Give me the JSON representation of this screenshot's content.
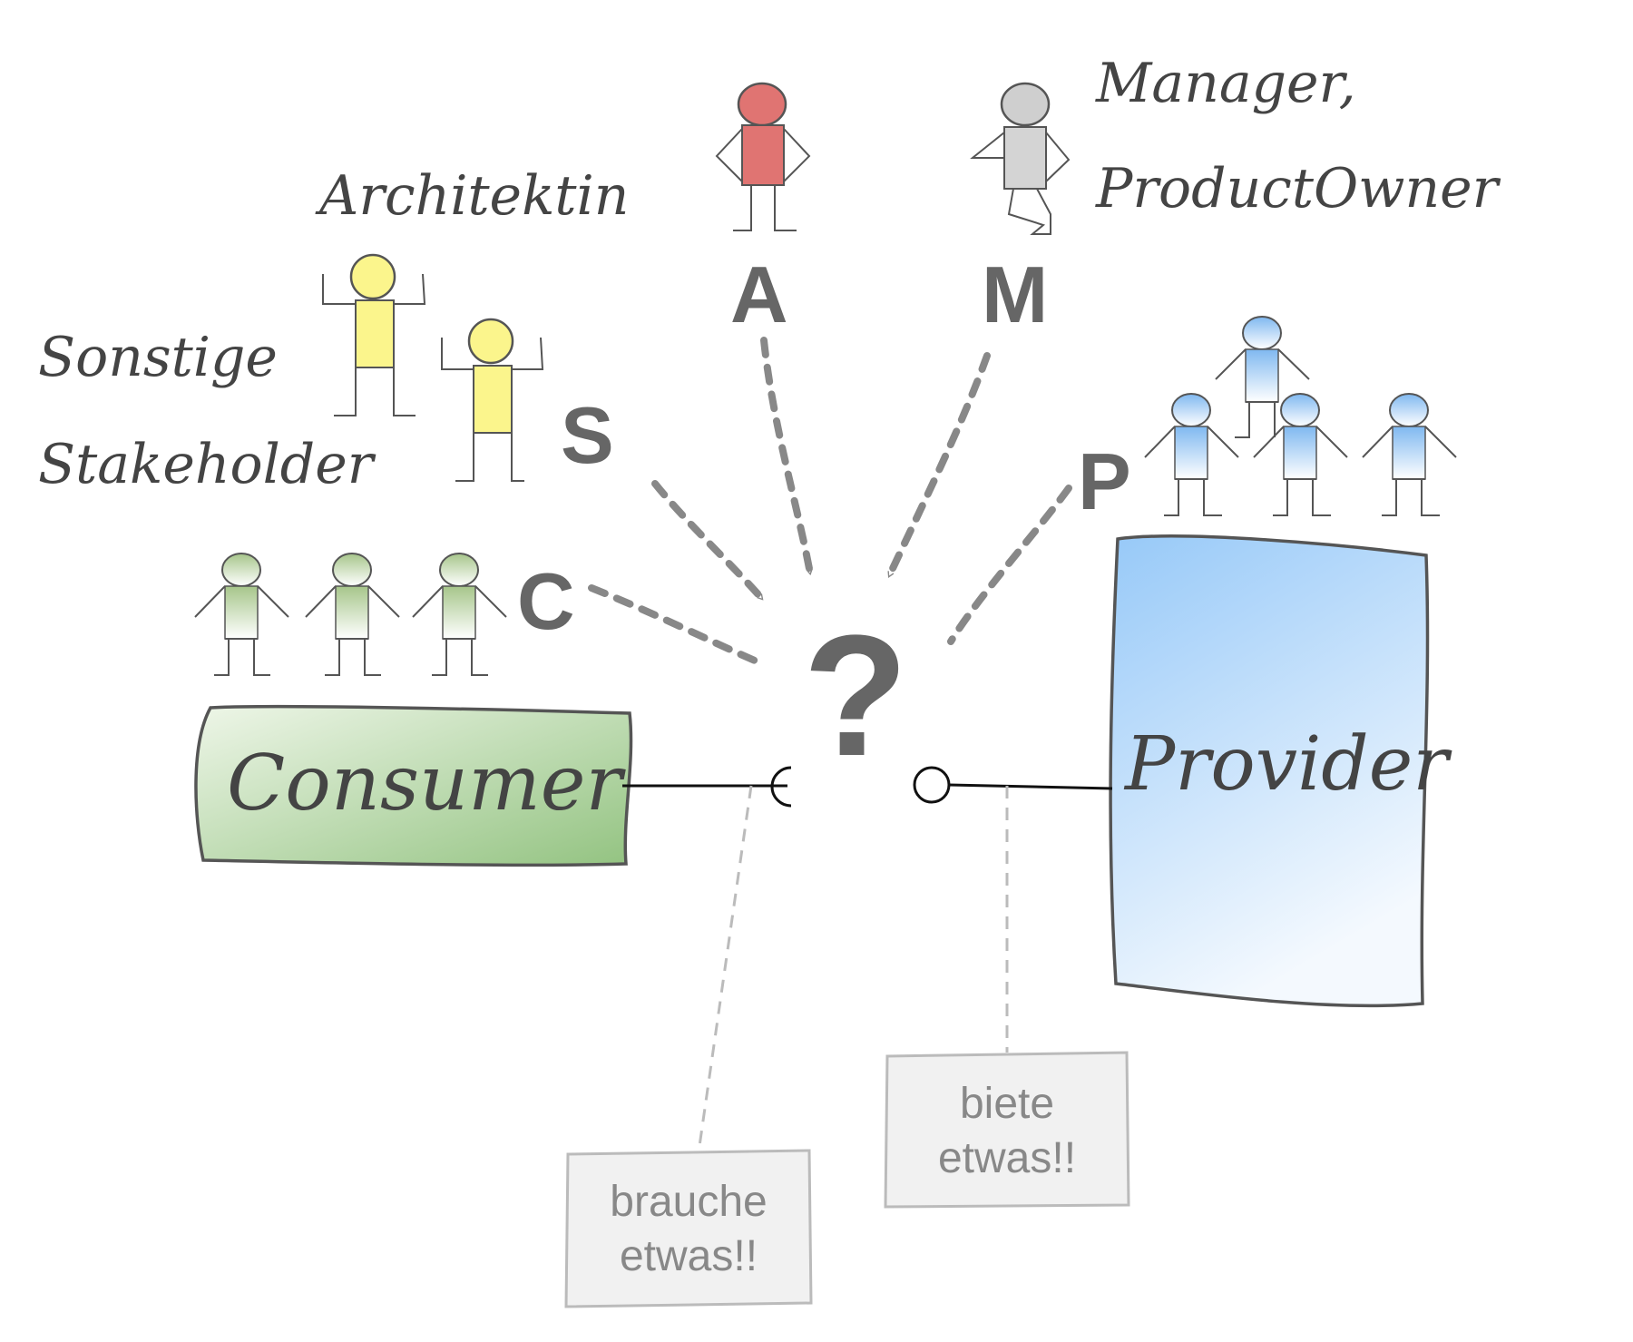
{
  "roles": {
    "architect_label": "Architektin",
    "architect_letter": "A",
    "manager_label_line1": "Manager,",
    "manager_label_line2": "ProductOwner",
    "manager_letter": "M",
    "stakeholder_label_line1": "Sonstige",
    "stakeholder_label_line2": "Stakeholder",
    "stakeholder_letter": "S",
    "consumer_letter": "C",
    "provider_letter": "P"
  },
  "center_symbol": "?",
  "consumer": {
    "label": "Consumer"
  },
  "provider": {
    "label": "Provider"
  },
  "notes": {
    "consumer_note_line1": "brauche",
    "consumer_note_line2": "etwas!!",
    "provider_note_line1": "biete",
    "provider_note_line2": "etwas!!"
  },
  "colors": {
    "architect": "#e07472",
    "manager": "#cfcfcf",
    "stakeholder": "#fbf58c",
    "consumer_team": "#a8c98e",
    "provider_team": "#8ec2f4",
    "consumer_box": "#9cc98c",
    "provider_box": "#a7d0fa",
    "arrow": "#888888"
  }
}
